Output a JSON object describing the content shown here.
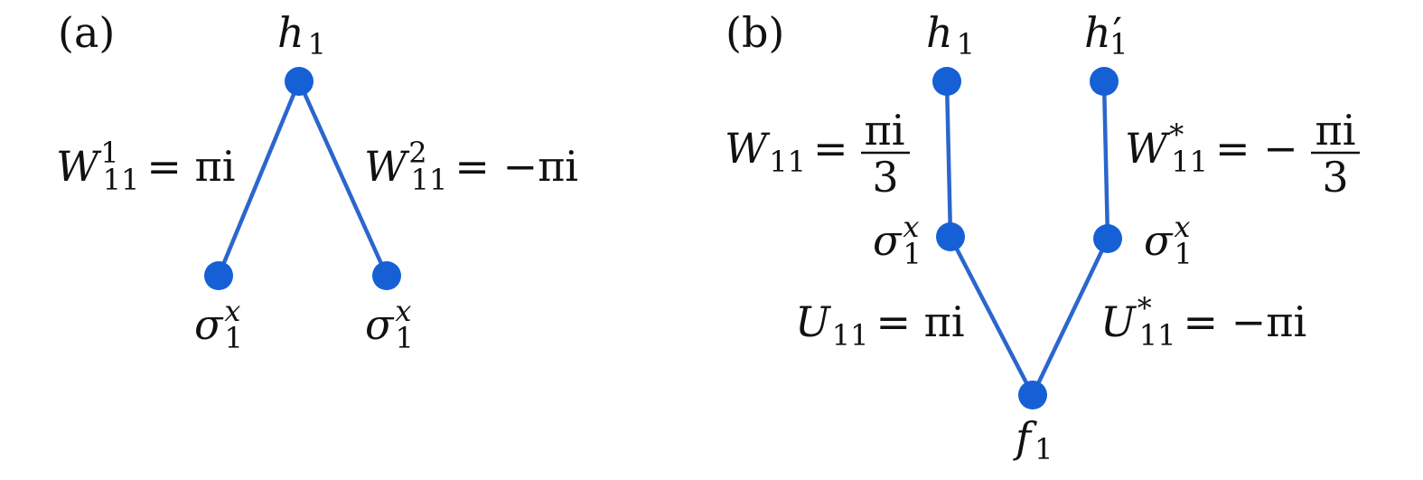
{
  "colors": {
    "node": "#1660d6",
    "edge": "#2b66cc",
    "text": "#111111",
    "background": "#ffffff"
  },
  "panel_a": {
    "label": "(a)",
    "top_node": {
      "symbol": "h",
      "subscript": "1"
    },
    "left_node": {
      "symbol": "σ",
      "superscript": "x",
      "subscript": "1"
    },
    "right_node": {
      "symbol": "σ",
      "superscript": "x",
      "subscript": "1"
    },
    "left_edge_weight": {
      "symbol": "W",
      "superscript": "1",
      "subscript": "11",
      "rhs": "= πi"
    },
    "right_edge_weight": {
      "symbol": "W",
      "superscript": "2",
      "subscript": "11",
      "rhs": "= −πi"
    }
  },
  "panel_b": {
    "label": "(b)",
    "left_top_node": {
      "symbol": "h",
      "subscript": "1"
    },
    "right_top_node": {
      "symbol": "h",
      "prime": "′",
      "subscript": "1"
    },
    "left_mid_node": {
      "symbol": "σ",
      "superscript": "x",
      "subscript": "1"
    },
    "right_mid_node": {
      "symbol": "σ",
      "superscript": "x",
      "subscript": "1"
    },
    "bottom_node": {
      "symbol": "f",
      "subscript": "1"
    },
    "left_upper_weight": {
      "symbol": "W",
      "subscript": "11",
      "rel": "=",
      "numerator": "πi",
      "denominator": "3"
    },
    "right_upper_weight": {
      "symbol": "W",
      "superscript": "*",
      "subscript": "11",
      "rel": "= −",
      "numerator": "πi",
      "denominator": "3"
    },
    "left_lower_weight": {
      "symbol": "U",
      "subscript": "11",
      "rhs": "= πi"
    },
    "right_lower_weight": {
      "symbol": "U",
      "superscript": "*",
      "subscript": "11",
      "rhs": "= −πi"
    }
  }
}
